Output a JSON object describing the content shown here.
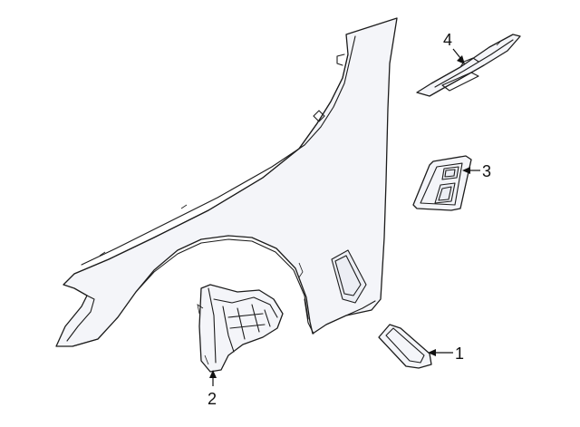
{
  "diagram": {
    "callouts": [
      {
        "id": "part-1",
        "label": "1"
      },
      {
        "id": "part-2",
        "label": "2"
      },
      {
        "id": "part-3",
        "label": "3"
      },
      {
        "id": "part-4",
        "label": "4"
      }
    ],
    "colors": {
      "outline": "#1c1c1c",
      "fill": "#f4f5f9",
      "background": "#ffffff"
    }
  }
}
